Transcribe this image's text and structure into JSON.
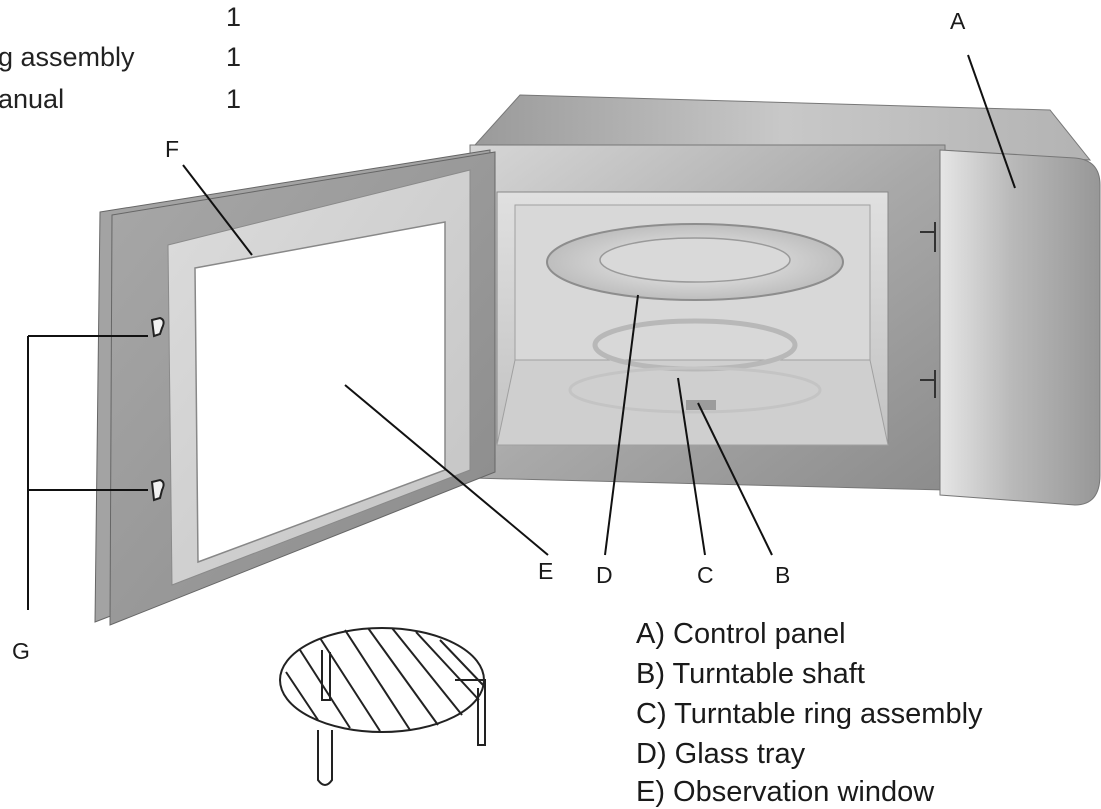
{
  "parts_list": [
    {
      "name": "",
      "qty": "1"
    },
    {
      "name": "g assembly",
      "qty": "1"
    },
    {
      "name": "anual",
      "qty": "1"
    }
  ],
  "callouts": {
    "A": "A",
    "B": "B",
    "C": "C",
    "D": "D",
    "E": "E",
    "F": "F",
    "G": "G"
  },
  "legend": [
    "A) Control panel",
    "B) Turntable shaft",
    "C) Turntable ring assembly",
    "D) Glass tray",
    "E) Observation window"
  ]
}
